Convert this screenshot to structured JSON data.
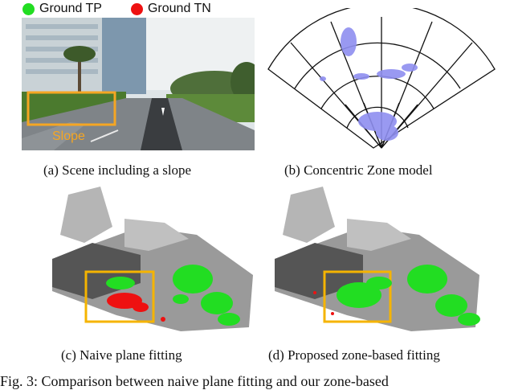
{
  "legend": {
    "items": [
      {
        "label": "Ground TP",
        "color": "#22dd22"
      },
      {
        "label": "Ground TN",
        "color": "#ee1111"
      }
    ]
  },
  "panels": {
    "a": {
      "caption": "(a) Scene including a slope",
      "annotation": "Slope",
      "box_color": "#f5a623"
    },
    "b": {
      "caption": "(b) Concentric Zone model",
      "point_color": "#8f8ff0"
    },
    "c": {
      "caption": "(c) Naive plane fitting"
    },
    "d": {
      "caption": "(d) Proposed zone-based fitting"
    }
  },
  "figure_caption": "Fig. 3: Comparison between naive plane fitting and our zone-based"
}
